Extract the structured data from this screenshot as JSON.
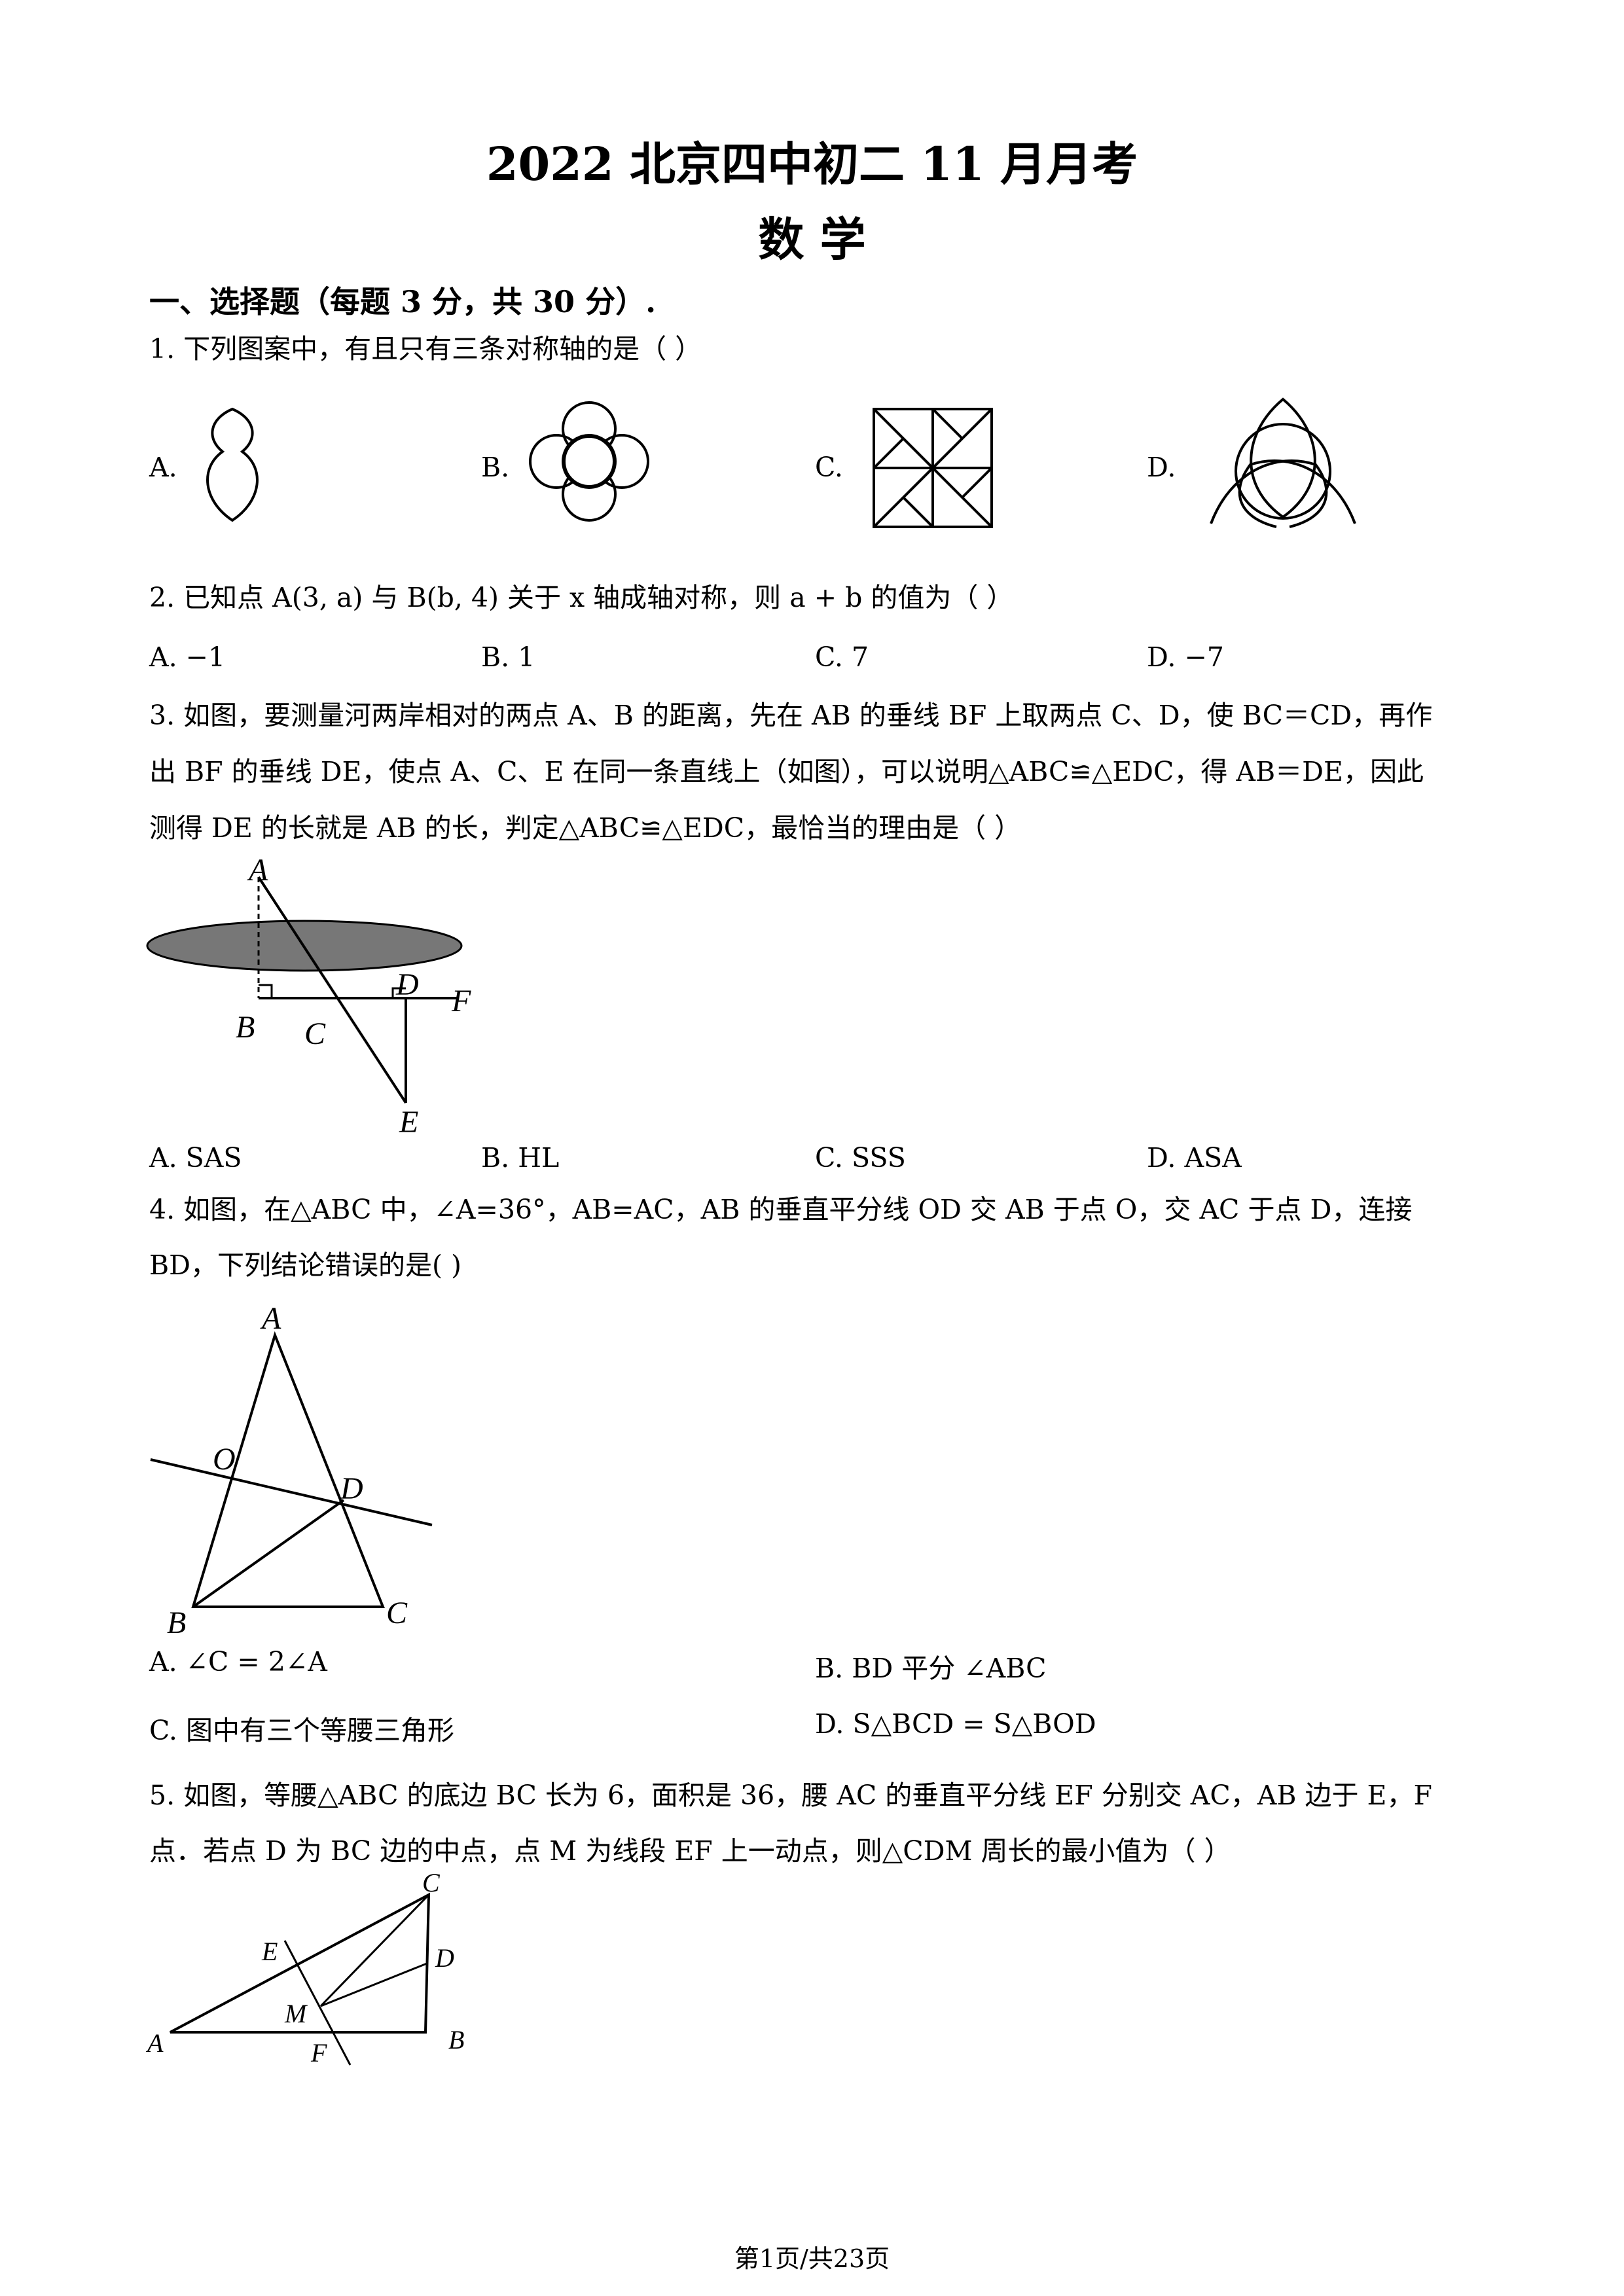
{
  "title": "2022 北京四中初二 11 月月考",
  "subject": "数      学",
  "section1": "一、选择题（每题 3 分，共 30 分）.",
  "q1": {
    "stem": "1. 下列图案中，有且只有三条对称轴的是（      ）",
    "options": [
      "A.",
      "B.",
      "C.",
      "D."
    ]
  },
  "q2": {
    "stem": "2. 已知点 A(3, a) 与 B(b, 4) 关于 x 轴成轴对称，则 a + b 的值为（      ）",
    "options": [
      "A.  −1",
      "B. 1",
      "C. 7",
      "D.  −7"
    ]
  },
  "q3": {
    "line1": "3. 如图，要测量河两岸相对的两点 A、B 的距离，先在 AB 的垂线 BF 上取两点 C、D，使 BC＝CD，再作",
    "line2": "出 BF 的垂线 DE，使点 A、C、E 在同一条直线上（如图），可以说明△ABC≌△EDC，得 AB＝DE，因此",
    "line3": "测得 DE 的长就是 AB 的长，判定△ABC≌△EDC，最恰当的理由是（        ）",
    "labels": [
      "A",
      "B",
      "C",
      "D",
      "F",
      "E"
    ],
    "options": [
      "A. SAS",
      "B. HL",
      "C. SSS",
      "D. ASA"
    ]
  },
  "q4": {
    "line1": "4. 如图，在△ABC 中，∠A=36°，AB=AC，AB 的垂直平分线 OD 交 AB 于点 O，交 AC 于点 D，连接",
    "line2": "BD，下列结论错误的是(       )",
    "labels": [
      "A",
      "O",
      "D",
      "B",
      "C"
    ],
    "options": [
      "A.  ∠C = 2∠A",
      "B. BD 平分 ∠ABC",
      "C.  图中有三个等腰三角形",
      "D.  S△BCD = S△BOD"
    ]
  },
  "q5": {
    "line1": "5. 如图，等腰△ABC 的底边 BC 长为 6，面积是 36，腰 AC 的垂直平分线 EF 分别交 AC，AB 边于 E，F",
    "line2": "点．若点 D 为 BC 边的中点，点 M 为线段 EF 上一动点，则△CDM 周长的最小值为（        ）",
    "labels": [
      "C",
      "E",
      "D",
      "M",
      "A",
      "F",
      "B"
    ]
  },
  "footer": "第1页/共23页"
}
